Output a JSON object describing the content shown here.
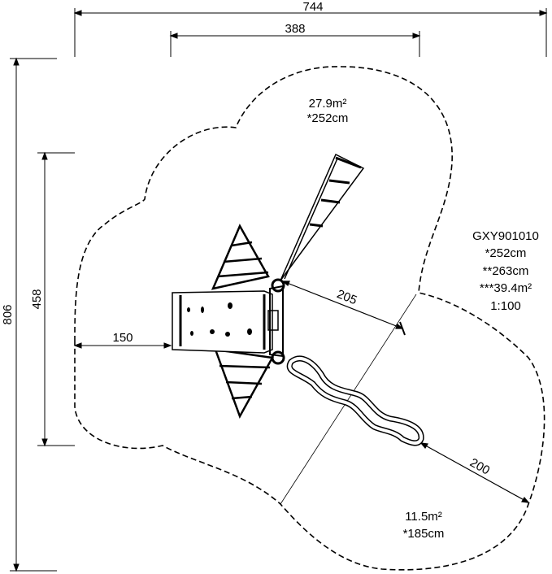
{
  "dimensions": {
    "total_width": "744",
    "inner_width": "388",
    "total_height": "806",
    "inner_height": "458",
    "left_offset": "150",
    "slide_clearance": "205",
    "slide_exit_clearance": "200"
  },
  "areas": {
    "main_area": "27.9m²",
    "main_fall_height": "*252cm",
    "slide_area": "11.5m²",
    "slide_fall_height": "*185cm"
  },
  "info": {
    "code": "GXY901010",
    "fall_height": "*252cm",
    "free_height": "**263cm",
    "total_area": "***39.4m²",
    "scale": "1:100"
  }
}
